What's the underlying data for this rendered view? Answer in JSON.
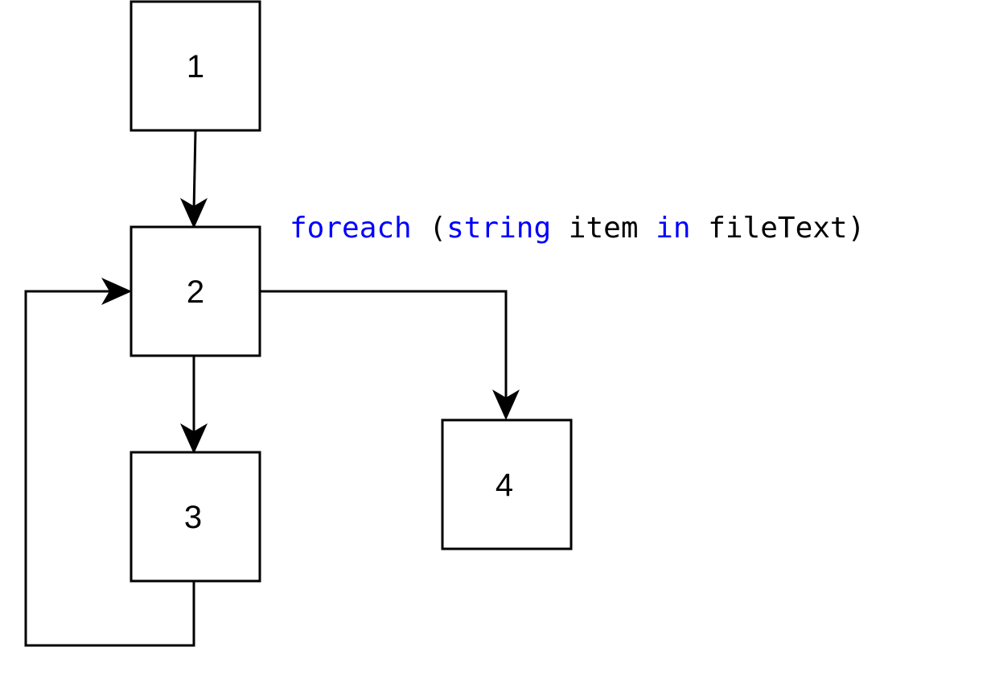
{
  "colors": {
    "keyword": "#0000ff",
    "text": "#000000",
    "stroke": "#000000",
    "background": "#ffffff"
  },
  "nodes": [
    {
      "id": "1",
      "label": "1"
    },
    {
      "id": "2",
      "label": "2"
    },
    {
      "id": "3",
      "label": "3"
    },
    {
      "id": "4",
      "label": "4"
    }
  ],
  "edges": [
    {
      "from": "1",
      "to": "2"
    },
    {
      "from": "2",
      "to": "3"
    },
    {
      "from": "3",
      "to": "2"
    },
    {
      "from": "2",
      "to": "4"
    }
  ],
  "code": {
    "kw_foreach": "foreach",
    "open": " (",
    "kw_string": "string",
    "mid": " item ",
    "kw_in": "in",
    "tail": " fileText)"
  }
}
